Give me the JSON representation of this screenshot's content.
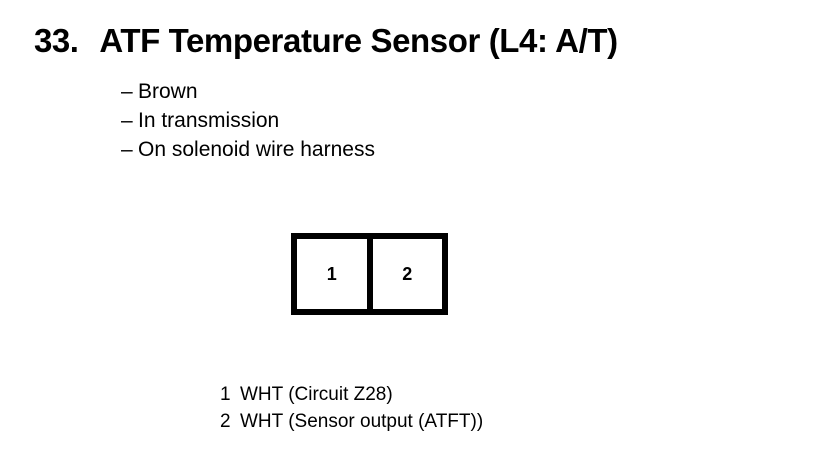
{
  "document": {
    "item_number": "33.",
    "title": "ATF Temperature Sensor (L4: A/T)",
    "text_color": "#000000",
    "background_color": "#ffffff"
  },
  "attributes": {
    "dash": "–",
    "items": [
      {
        "label": "Brown"
      },
      {
        "label": "In transmission"
      },
      {
        "label": "On solenoid wire harness"
      }
    ]
  },
  "connector": {
    "pins": [
      {
        "number": "1"
      },
      {
        "number": "2"
      }
    ]
  },
  "legend": {
    "rows": [
      {
        "pin": "1",
        "description": "WHT (Circuit Z28)"
      },
      {
        "pin": "2",
        "description": "WHT (Sensor output (ATFT))"
      }
    ]
  }
}
